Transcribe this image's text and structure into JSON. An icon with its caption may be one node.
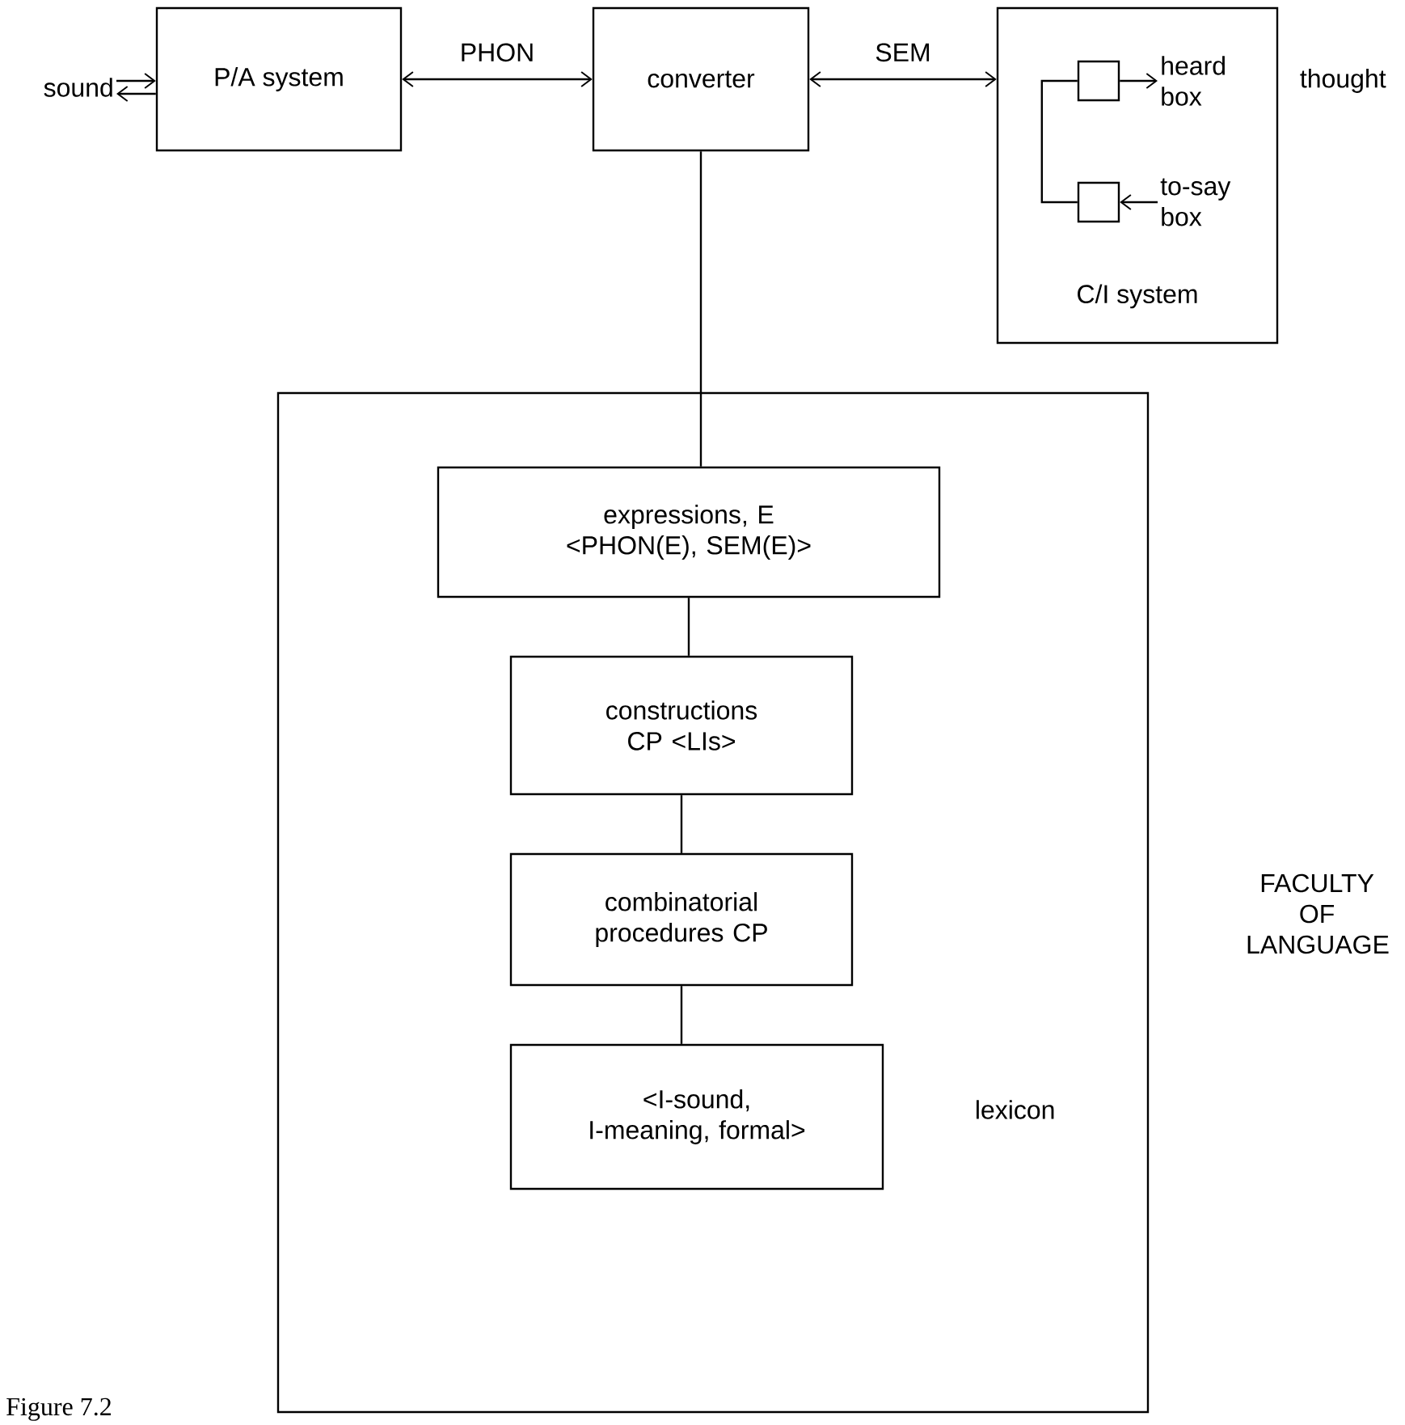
{
  "diagram": {
    "caption": "Figure 7.2",
    "nodes": [
      {
        "text": [
          "sound"
        ]
      },
      {
        "text": [
          "P/A system"
        ]
      },
      {
        "text": [
          "converter"
        ]
      },
      {
        "text": [
          "C/I system"
        ]
      },
      {
        "text": [],
        "shape": "box",
        "in": 3
      },
      {
        "text": [
          "heard box"
        ],
        "in": 3
      },
      {
        "text": [],
        "shape": "box",
        "in": 3
      },
      {
        "text": [
          "to-say box"
        ],
        "in": 3
      },
      {
        "text": [
          "FACULTY OF LANGUAGE"
        ]
      },
      {
        "text": [
          "expressions, E <PHON(E), SEM(E)>"
        ],
        "in": 8
      },
      {
        "text": [
          "constructions CP <LIs>"
        ],
        "in": 8
      },
      {
        "text": [
          "combinatorial procedures CP"
        ],
        "in": 8
      },
      {
        "text": [
          "<I-sound, I-meaning, formal>"
        ],
        "beside": [
          "lexicon"
        ],
        "in": 8
      }
    ],
    "edges": [
      {
        "from": 0,
        "to": 1,
        "arrow": "to"
      },
      {
        "from": 1,
        "to": 0,
        "arrow": "to"
      },
      {
        "from": 1,
        "to": 2,
        "arrow": "both",
        "label": "PHON"
      },
      {
        "from": 2,
        "to": 3,
        "arrow": "both",
        "label": "SEM"
      },
      {
        "from": 4,
        "to": 5,
        "arrow": "to"
      },
      {
        "from": 7,
        "to": 6,
        "arrow": "to"
      },
      {
        "from": 4,
        "to": 6,
        "arrow": "none"
      },
      {
        "from": 2,
        "to": 9,
        "arrow": "none"
      },
      {
        "from": 9,
        "to": 10,
        "arrow": "none"
      },
      {
        "from": 10,
        "to": 11,
        "arrow": "none"
      },
      {
        "from": 11,
        "to": 12,
        "arrow": "none"
      }
    ],
    "labels": [
      "thought"
    ]
  }
}
